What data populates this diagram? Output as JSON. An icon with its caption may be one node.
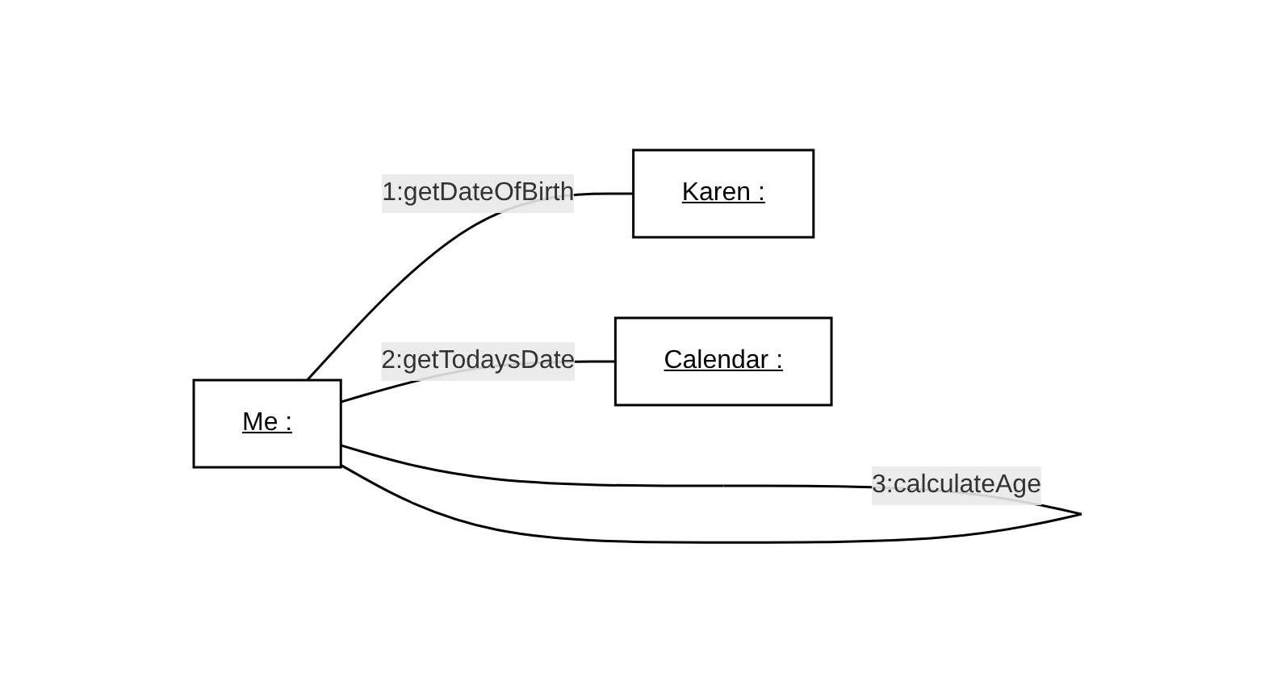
{
  "diagram": {
    "nodes": [
      {
        "text": [
          "Karen :"
        ]
      },
      {
        "text": [
          "Me :"
        ]
      },
      {
        "text": [
          "Calendar :"
        ]
      }
    ],
    "edges": [
      {
        "from": 1,
        "to": 0,
        "arrow": "none",
        "label": "1:getDateOfBirth"
      },
      {
        "from": 1,
        "to": 2,
        "arrow": "none",
        "label": "2:getTodaysDate"
      },
      {
        "from": 1,
        "to": 1,
        "arrow": "none",
        "label": "3:calculateAge"
      }
    ]
  }
}
